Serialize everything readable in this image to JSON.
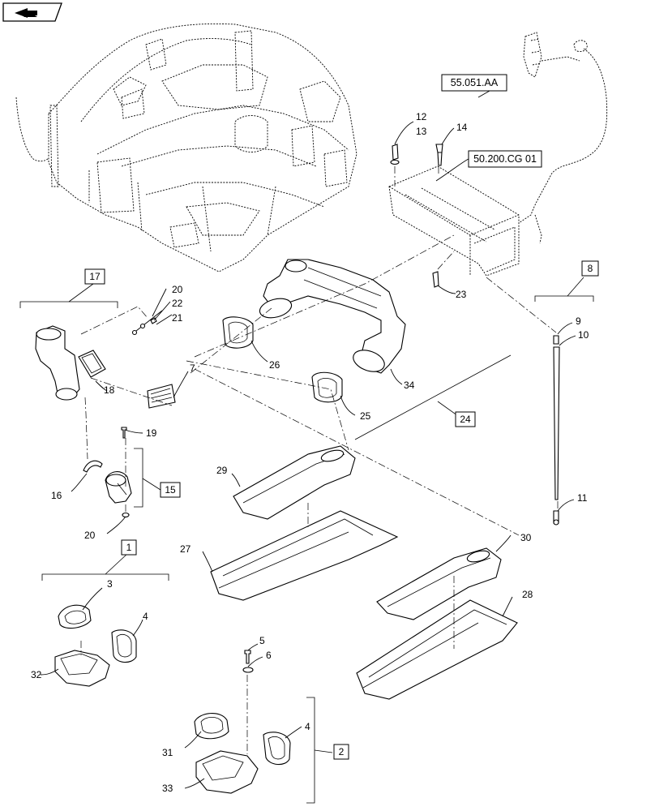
{
  "nav_icon": "next-page-arrow-icon",
  "references": {
    "ref_55051": "55.051.AA",
    "ref_50200": "50.200.CG 01"
  },
  "callouts": {
    "c1": "1",
    "c2": "2",
    "c3": "3",
    "c4a": "4",
    "c4b": "4",
    "c5": "5",
    "c6": "6",
    "c7": "7",
    "c8": "8",
    "c9": "9",
    "c10": "10",
    "c11": "11",
    "c12": "12",
    "c13": "13",
    "c14": "14",
    "c15": "15",
    "c16": "16",
    "c17": "17",
    "c18": "18",
    "c19": "19",
    "c20a": "20",
    "c20b": "20",
    "c21": "21",
    "c22": "22",
    "c23": "23",
    "c24": "24",
    "c25": "25",
    "c26": "26",
    "c27": "27",
    "c28": "28",
    "c29": "29",
    "c30": "30",
    "c31": "31",
    "c32": "32",
    "c33": "33",
    "c34": "34"
  }
}
